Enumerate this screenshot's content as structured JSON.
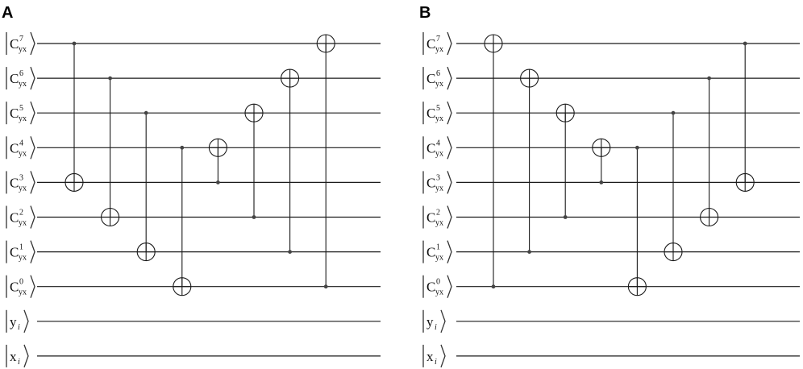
{
  "panels": [
    {
      "label": "A",
      "qubits": [
        {
          "main": "C",
          "sup": "7",
          "sub": "yx"
        },
        {
          "main": "C",
          "sup": "6",
          "sub": "yx"
        },
        {
          "main": "C",
          "sup": "5",
          "sub": "yx"
        },
        {
          "main": "C",
          "sup": "4",
          "sub": "yx"
        },
        {
          "main": "C",
          "sup": "3",
          "sub": "yx"
        },
        {
          "main": "C",
          "sup": "2",
          "sub": "yx"
        },
        {
          "main": "C",
          "sup": "1",
          "sub": "yx"
        },
        {
          "main": "C",
          "sup": "0",
          "sub": "yx"
        },
        {
          "main": "y",
          "sup": "",
          "sub": "i"
        },
        {
          "main": "x",
          "sup": "",
          "sub": "i"
        }
      ],
      "gates": [
        {
          "control": 0,
          "target": 4
        },
        {
          "control": 1,
          "target": 5
        },
        {
          "control": 2,
          "target": 6
        },
        {
          "control": 3,
          "target": 7
        },
        {
          "control": 4,
          "target": 3
        },
        {
          "control": 5,
          "target": 2
        },
        {
          "control": 6,
          "target": 1
        },
        {
          "control": 7,
          "target": 0
        }
      ]
    },
    {
      "label": "B",
      "qubits": [
        {
          "main": "C",
          "sup": "7",
          "sub": "yx"
        },
        {
          "main": "C",
          "sup": "6",
          "sub": "yx"
        },
        {
          "main": "C",
          "sup": "5",
          "sub": "yx"
        },
        {
          "main": "C",
          "sup": "4",
          "sub": "yx"
        },
        {
          "main": "C",
          "sup": "3",
          "sub": "yx"
        },
        {
          "main": "C",
          "sup": "2",
          "sub": "yx"
        },
        {
          "main": "C",
          "sup": "1",
          "sub": "yx"
        },
        {
          "main": "C",
          "sup": "0",
          "sub": "yx"
        },
        {
          "main": "y",
          "sup": "",
          "sub": "i"
        },
        {
          "main": "x",
          "sup": "",
          "sub": "i"
        }
      ],
      "gates": [
        {
          "control": 7,
          "target": 0
        },
        {
          "control": 6,
          "target": 1
        },
        {
          "control": 5,
          "target": 2
        },
        {
          "control": 4,
          "target": 3
        },
        {
          "control": 3,
          "target": 7
        },
        {
          "control": 2,
          "target": 6
        },
        {
          "control": 1,
          "target": 5
        },
        {
          "control": 0,
          "target": 4
        }
      ]
    }
  ]
}
